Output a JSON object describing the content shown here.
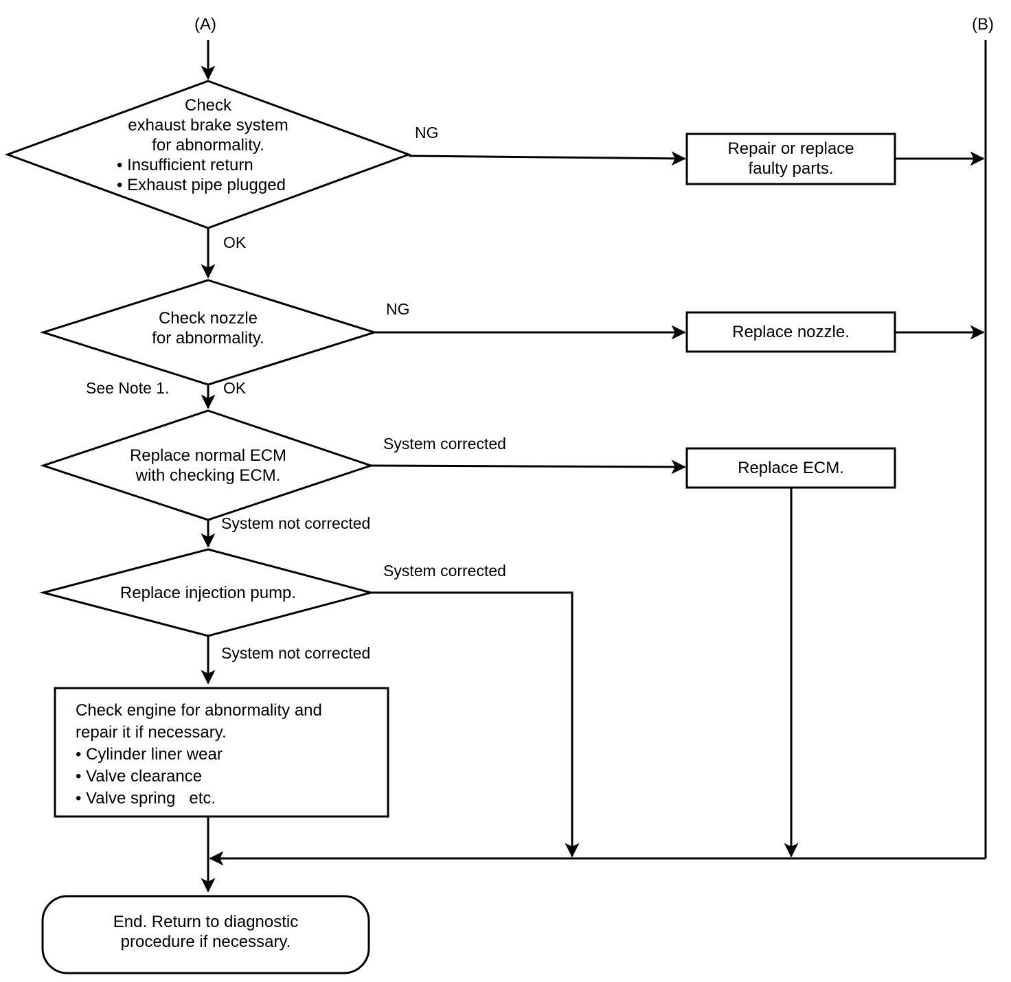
{
  "diagram": {
    "type": "flowchart",
    "title": "Exhaust brake / nozzle / ECM diagnostic flowchart",
    "connectors": {
      "in_label": "(A)",
      "out_label": "(B)"
    },
    "nodes": {
      "d1": {
        "shape": "decision",
        "line1": "Check",
        "line2": "exhaust brake system",
        "line3": "for abnormality.",
        "bullet1": "• Insufficient return",
        "bullet2": "• Exhaust pipe plugged"
      },
      "d2": {
        "shape": "decision",
        "line1": "Check nozzle",
        "line2": "for abnormality."
      },
      "d3": {
        "shape": "decision",
        "line1": "Replace normal ECM",
        "line2": "with checking ECM."
      },
      "d4": {
        "shape": "decision",
        "line1": "Replace injection pump."
      },
      "b1": {
        "shape": "process",
        "line1": "Repair or replace",
        "line2": "faulty parts."
      },
      "b2": {
        "shape": "process",
        "line1": "Replace nozzle."
      },
      "b3": {
        "shape": "process",
        "line1": "Replace ECM."
      },
      "b4": {
        "shape": "process",
        "line1": "Check engine for abnormality and",
        "line2": "repair it if necessary.",
        "bullet1": "• Cylinder liner wear",
        "bullet2": "• Valve clearance",
        "bullet3": "• Valve spring   etc."
      },
      "end": {
        "shape": "terminator",
        "line1": "End. Return to diagnostic",
        "line2": "procedure if necessary."
      }
    },
    "edge_labels": {
      "d1_ng": "NG",
      "d1_ok": "OK",
      "d2_ng": "NG",
      "d2_ok": "OK",
      "d2_note": "See Note 1.",
      "d3_corrected": "System corrected",
      "d3_not_corrected": "System not corrected",
      "d4_corrected": "System corrected",
      "d4_not_corrected": "System not corrected"
    },
    "colors": {
      "stroke": "#000000",
      "fill": "#ffffff",
      "background": "#ffffff"
    }
  }
}
